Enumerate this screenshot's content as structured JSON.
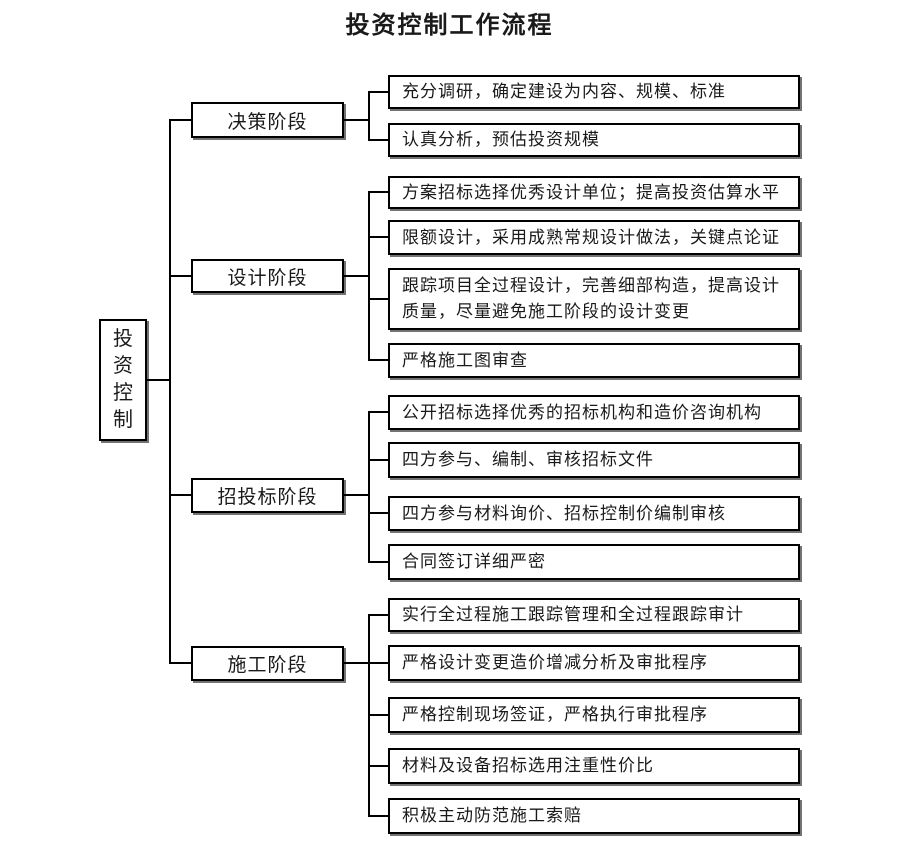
{
  "title": "投资控制工作流程",
  "root": {
    "label": "投资控制"
  },
  "stages": [
    {
      "label": "决策阶段",
      "items": [
        "充分调研，确定建设为内容、规模、标准",
        "认真分析，预估投资规模"
      ]
    },
    {
      "label": "设计阶段",
      "items": [
        "方案招标选择优秀设计单位；提高投资估算水平",
        "限额设计，采用成熟常规设计做法，关键点论证",
        "跟踪项目全过程设计，完善细部构造，提高设计质量，尽量避免施工阶段的设计变更",
        "严格施工图审查"
      ]
    },
    {
      "label": "招投标阶段",
      "items": [
        "公开招标选择优秀的招标机构和造价咨询机构",
        "四方参与、编制、审核招标文件",
        "四方参与材料询价、招标控制价编制审核",
        "合同签订详细严密"
      ]
    },
    {
      "label": "施工阶段",
      "items": [
        "实行全过程施工跟踪管理和全过程跟踪审计",
        "严格设计变更造价增减分析及审批程序",
        "严格控制现场签证，严格执行审批程序",
        "材料及设备招标选用注重性价比",
        "积极主动防范施工索赔"
      ]
    }
  ],
  "colors": {
    "line": "#000000",
    "box_border": "#000000",
    "background": "#ffffff",
    "text": "#1a1a1a"
  }
}
